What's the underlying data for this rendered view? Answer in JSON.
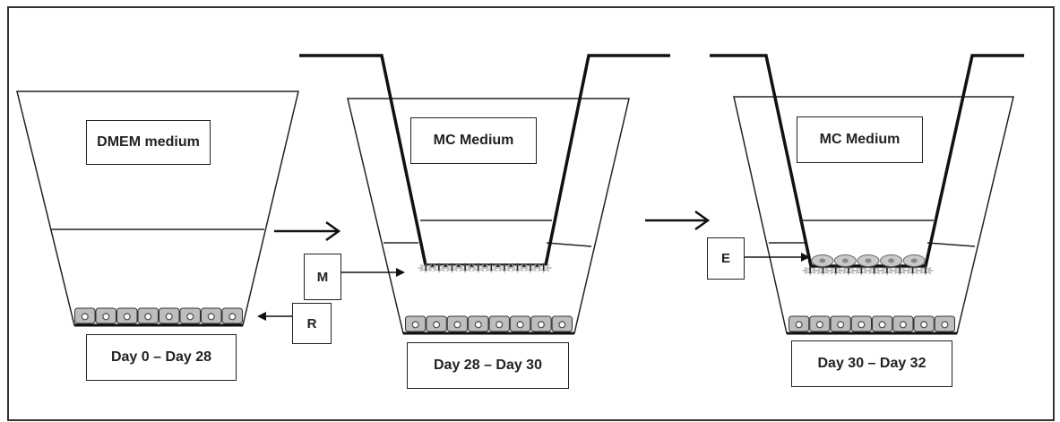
{
  "stage1": {
    "medium": "DMEM medium",
    "period": "Day 0 – Day 28"
  },
  "stage2": {
    "medium": "MC Medium",
    "period": "Day 28 – Day 30"
  },
  "stage3": {
    "medium": "MC Medium",
    "period": "Day 30 – Day 32"
  },
  "labels": {
    "R": "R",
    "M": "M",
    "E": "E"
  },
  "colors": {
    "line": "#222222",
    "cell_fill": "#bdbdbd",
    "nucleus": "#555555",
    "membrane_cells": "#a8a8a8"
  }
}
